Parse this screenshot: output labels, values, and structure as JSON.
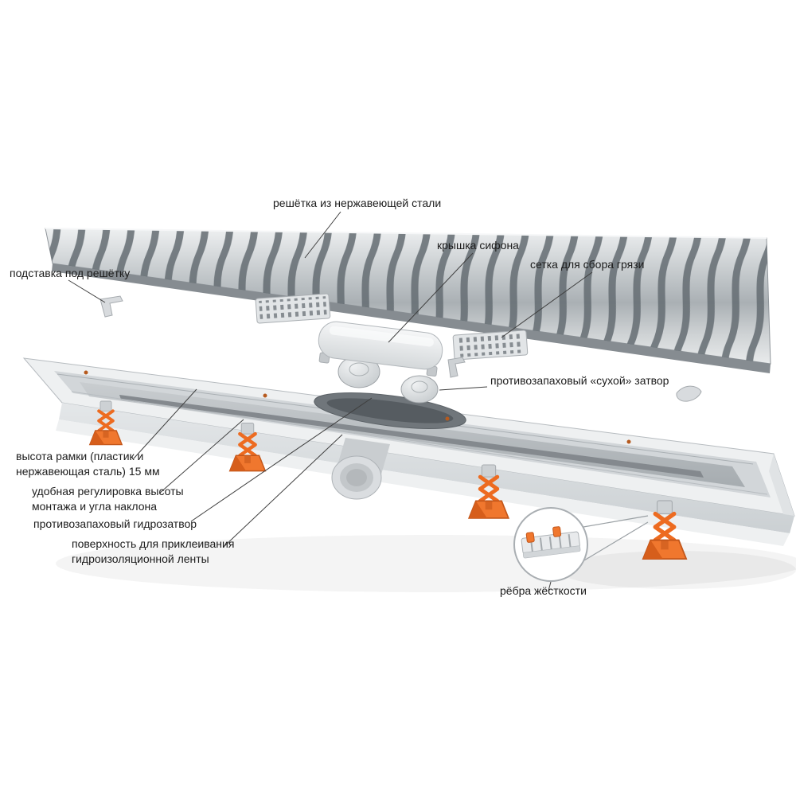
{
  "labels": {
    "grate": "решётка из нержавеющей стали",
    "siphon_cover": "крышка сифона",
    "dirt_mesh": "сетка для сбора грязи",
    "grate_stand": "подставка под решётку",
    "dry_trap": "противозапаховый «сухой» затвор",
    "frame_height_1": "высота рамки (пластик и",
    "frame_height_2": "нержавеющая сталь) 15 мм",
    "height_adjust_1": "удобная регулировка высоты",
    "height_adjust_2": "монтажа и угла наклона",
    "water_trap": "противозапаховый гидрозатвор",
    "tape_surface_1": "поверхность для приклеивания",
    "tape_surface_2": "гидроизоляционной ленты",
    "ribs": "рёбра жёсткости"
  },
  "colors": {
    "accent_orange": "#ed6b20",
    "metal_light": "#eef0f1",
    "metal_dark": "#aab0b4",
    "leader_line": "#3f3f3f",
    "text": "#1c1c1c",
    "background": "#ffffff"
  }
}
